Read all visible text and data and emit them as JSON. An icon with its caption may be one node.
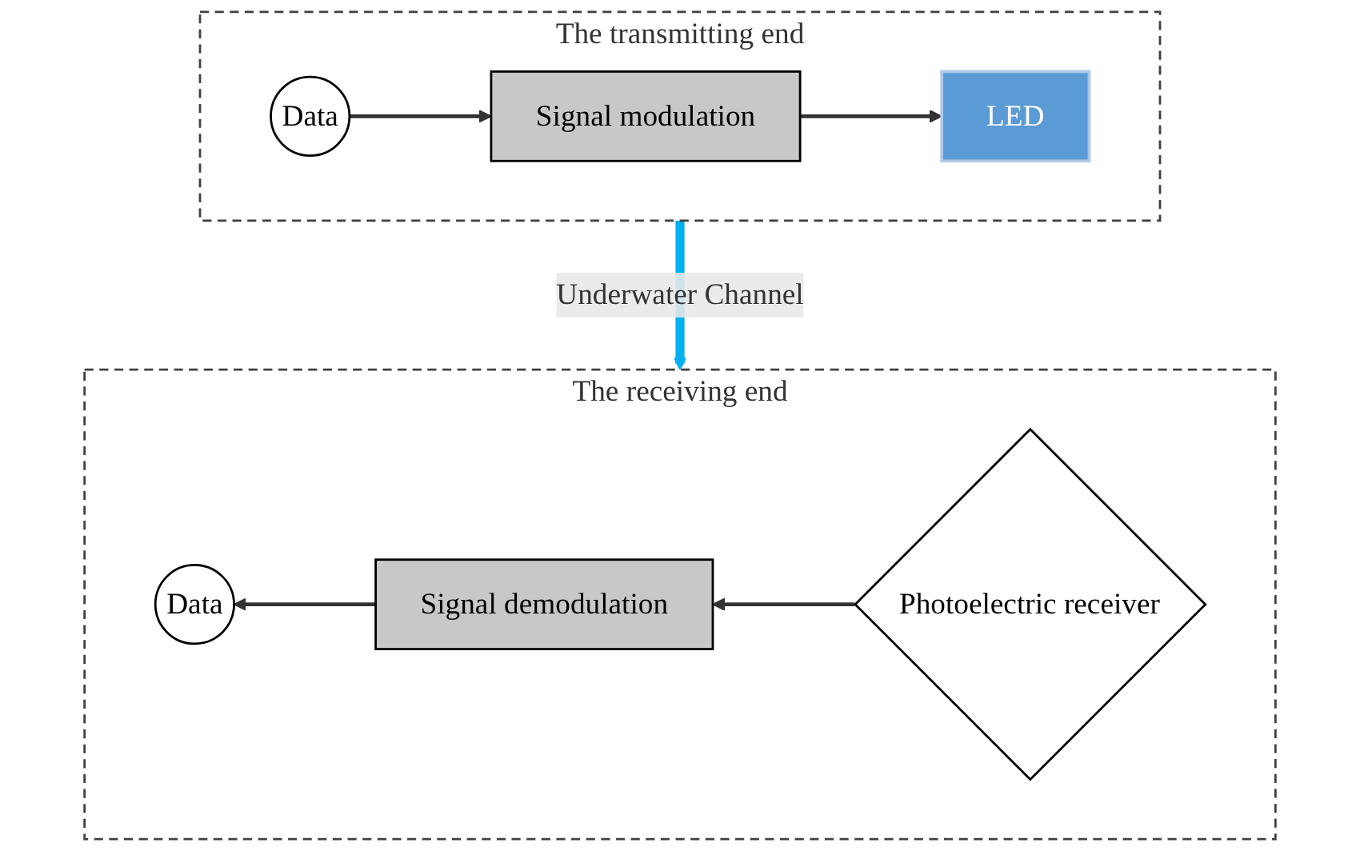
{
  "diagram": {
    "nodes": [
      {
        "text": [
          "The transmitting end"
        ]
      },
      {
        "text": [
          "Data"
        ],
        "in": 0
      },
      {
        "text": [
          "Signal modulation"
        ],
        "in": 0
      },
      {
        "text": [
          "LED"
        ],
        "in": 0
      },
      {
        "text": [
          "The receiving end"
        ]
      },
      {
        "text": [
          "Data"
        ],
        "in": 4
      },
      {
        "text": [
          "Signal demodulation"
        ],
        "in": 4
      },
      {
        "text": [
          "Photoelectric receiver"
        ],
        "in": 4
      }
    ],
    "edges": [
      {
        "from": 1,
        "to": 2,
        "arrow": "to"
      },
      {
        "from": 2,
        "to": 3,
        "arrow": "to"
      },
      {
        "from": 0,
        "to": 4,
        "arrow": "to",
        "label": "Underwater Channel",
        "style": "thick",
        "color": "#00b0f0"
      },
      {
        "from": 7,
        "to": 6,
        "arrow": "to"
      },
      {
        "from": 6,
        "to": 5,
        "arrow": "to"
      }
    ]
  }
}
